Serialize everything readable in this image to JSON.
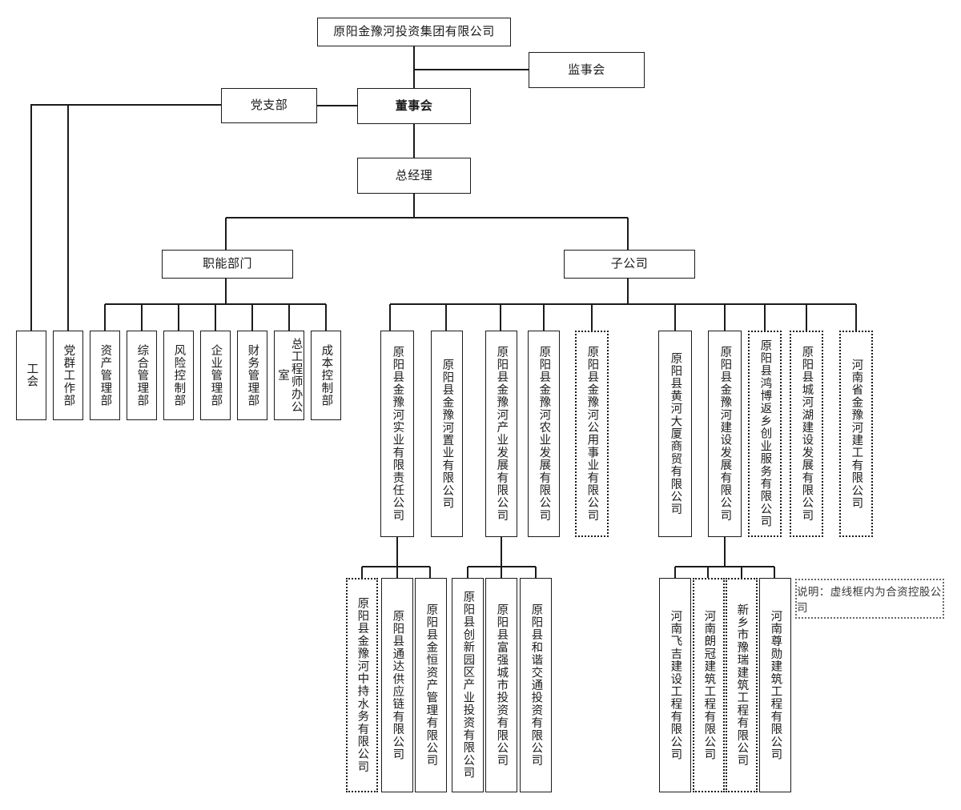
{
  "diagram": {
    "title_box": {
      "label": "原阳金豫河投资集团有限公司"
    },
    "supervisory": {
      "label": "监事会"
    },
    "party_branch": {
      "label": "党支部"
    },
    "board": {
      "label": "董事会"
    },
    "general_manager": {
      "label": "总经理"
    },
    "functional_header": {
      "label": "职能部门"
    },
    "subsidiary_header": {
      "label": "子公司"
    },
    "legend": {
      "label": "说明：虚线框内为合资控股公司"
    }
  },
  "functional_departments": [
    {
      "label": "工会",
      "style": "solid"
    },
    {
      "label": "党群工作部",
      "style": "solid"
    },
    {
      "label": "资产管理部",
      "style": "solid"
    },
    {
      "label": "综合管理部",
      "style": "solid"
    },
    {
      "label": "风险控制部",
      "style": "solid"
    },
    {
      "label": "企业管理部",
      "style": "solid"
    },
    {
      "label": "财务管理部",
      "style": "solid"
    },
    {
      "label": "总工程师办公室",
      "style": "solid"
    },
    {
      "label": "成本控制部",
      "style": "solid"
    }
  ],
  "subsidiaries": [
    {
      "label": "原阳县金豫河实业有限责任公司",
      "style": "solid"
    },
    {
      "label": "原阳县金豫河置业有限公司",
      "style": "solid"
    },
    {
      "label": "原阳县金豫河产业发展有限公司",
      "style": "solid"
    },
    {
      "label": "原阳县金豫河农业发展有限公司",
      "style": "solid"
    },
    {
      "label": "原阳县金豫河公用事业有限公司",
      "style": "dotted"
    },
    {
      "label": "原阳县黄河大厦商贸有限公司",
      "style": "solid"
    },
    {
      "label": "原阳县金豫河建设发展有限公司",
      "style": "solid"
    },
    {
      "label": "原阳县鸿博返乡创业服务有限公司",
      "style": "dotted"
    },
    {
      "label": "原阳县城河湖建设发展有限公司",
      "style": "dotted"
    },
    {
      "label": "河南省金豫河建工有限公司",
      "style": "dotted"
    }
  ],
  "third_level": [
    {
      "label": "原阳县金豫河中持水务有限公司",
      "style": "dotted",
      "parent": "原阳县金豫河实业有限责任公司"
    },
    {
      "label": "原阳县通达供应链有限公司",
      "style": "solid",
      "parent": "原阳县金豫河实业有限责任公司"
    },
    {
      "label": "原阳县金恒资产管理有限公司",
      "style": "solid",
      "parent": "原阳县金豫河实业有限责任公司"
    },
    {
      "label": "原阳县创新园区产业投资有限公司",
      "style": "solid",
      "parent": "原阳县金豫河产业发展有限公司"
    },
    {
      "label": "原阳县富强城市投资有限公司",
      "style": "solid",
      "parent": "原阳县金豫河产业发展有限公司"
    },
    {
      "label": "原阳县和谐交通投资有限公司",
      "style": "solid",
      "parent": "原阳县金豫河产业发展有限公司"
    },
    {
      "label": "河南飞吉建设工程有限公司",
      "style": "solid",
      "parent": "原阳县金豫河建设发展有限公司"
    },
    {
      "label": "河南朗冠建筑工程有限公司",
      "style": "dotted",
      "parent": "原阳县金豫河建设发展有限公司"
    },
    {
      "label": "新乡市豫瑞建筑工程有限公司",
      "style": "dotted",
      "parent": "原阳县金豫河建设发展有限公司"
    },
    {
      "label": "河南尊勋建筑工程有限公司",
      "style": "solid",
      "parent": "原阳县金豫河建设发展有限公司"
    }
  ]
}
